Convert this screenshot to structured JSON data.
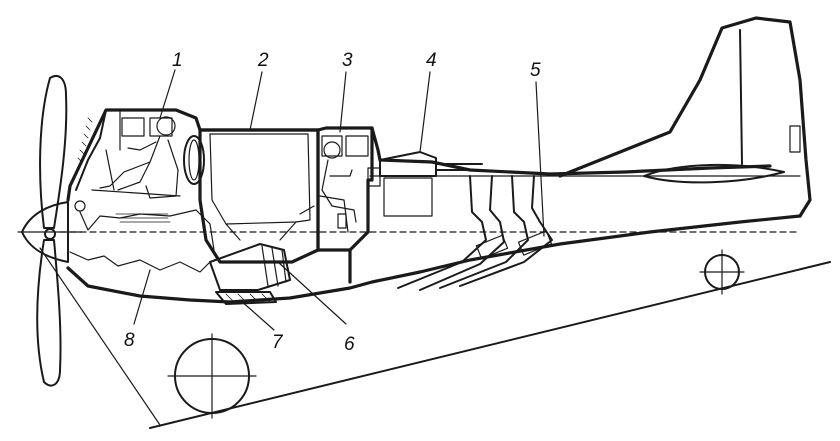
{
  "diagram": {
    "callouts": [
      {
        "id": "1",
        "label": "1"
      },
      {
        "id": "2",
        "label": "2"
      },
      {
        "id": "3",
        "label": "3"
      },
      {
        "id": "4",
        "label": "4"
      },
      {
        "id": "5",
        "label": "5"
      },
      {
        "id": "6",
        "label": "6"
      },
      {
        "id": "7",
        "label": "7"
      },
      {
        "id": "8",
        "label": "8"
      }
    ],
    "colors": {
      "ink": "#1a1a1a",
      "paper": "#ffffff"
    }
  }
}
